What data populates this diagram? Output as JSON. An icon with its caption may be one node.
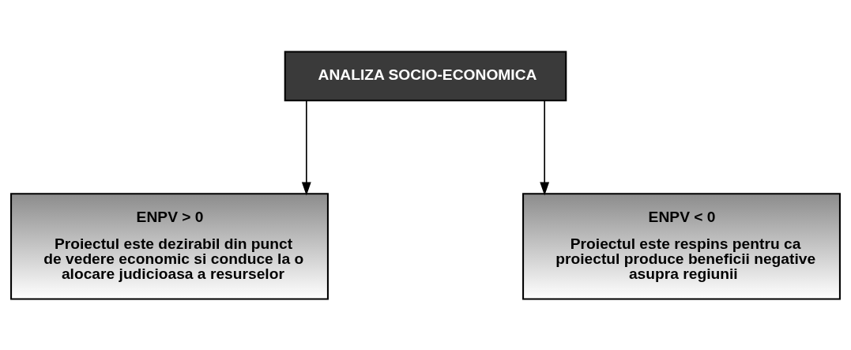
{
  "diagram": {
    "nodes": [
      {
        "text": [
          "ANALIZA SOCIO-ECONOMICA"
        ]
      },
      {
        "text": [
          "ENPV > 0",
          "Proiectul este dezirabil din punct de vedere economic si conduce la o alocare judicioasa a resurselor"
        ]
      },
      {
        "text": [
          "ENPV < 0",
          "Proiectul este respins pentru ca proiectul produce beneficii negative asupra regiunii"
        ]
      }
    ],
    "edges": [
      {
        "from": 0,
        "to": 1,
        "arrow": "to"
      },
      {
        "from": 0,
        "to": 2,
        "arrow": "to"
      }
    ]
  }
}
